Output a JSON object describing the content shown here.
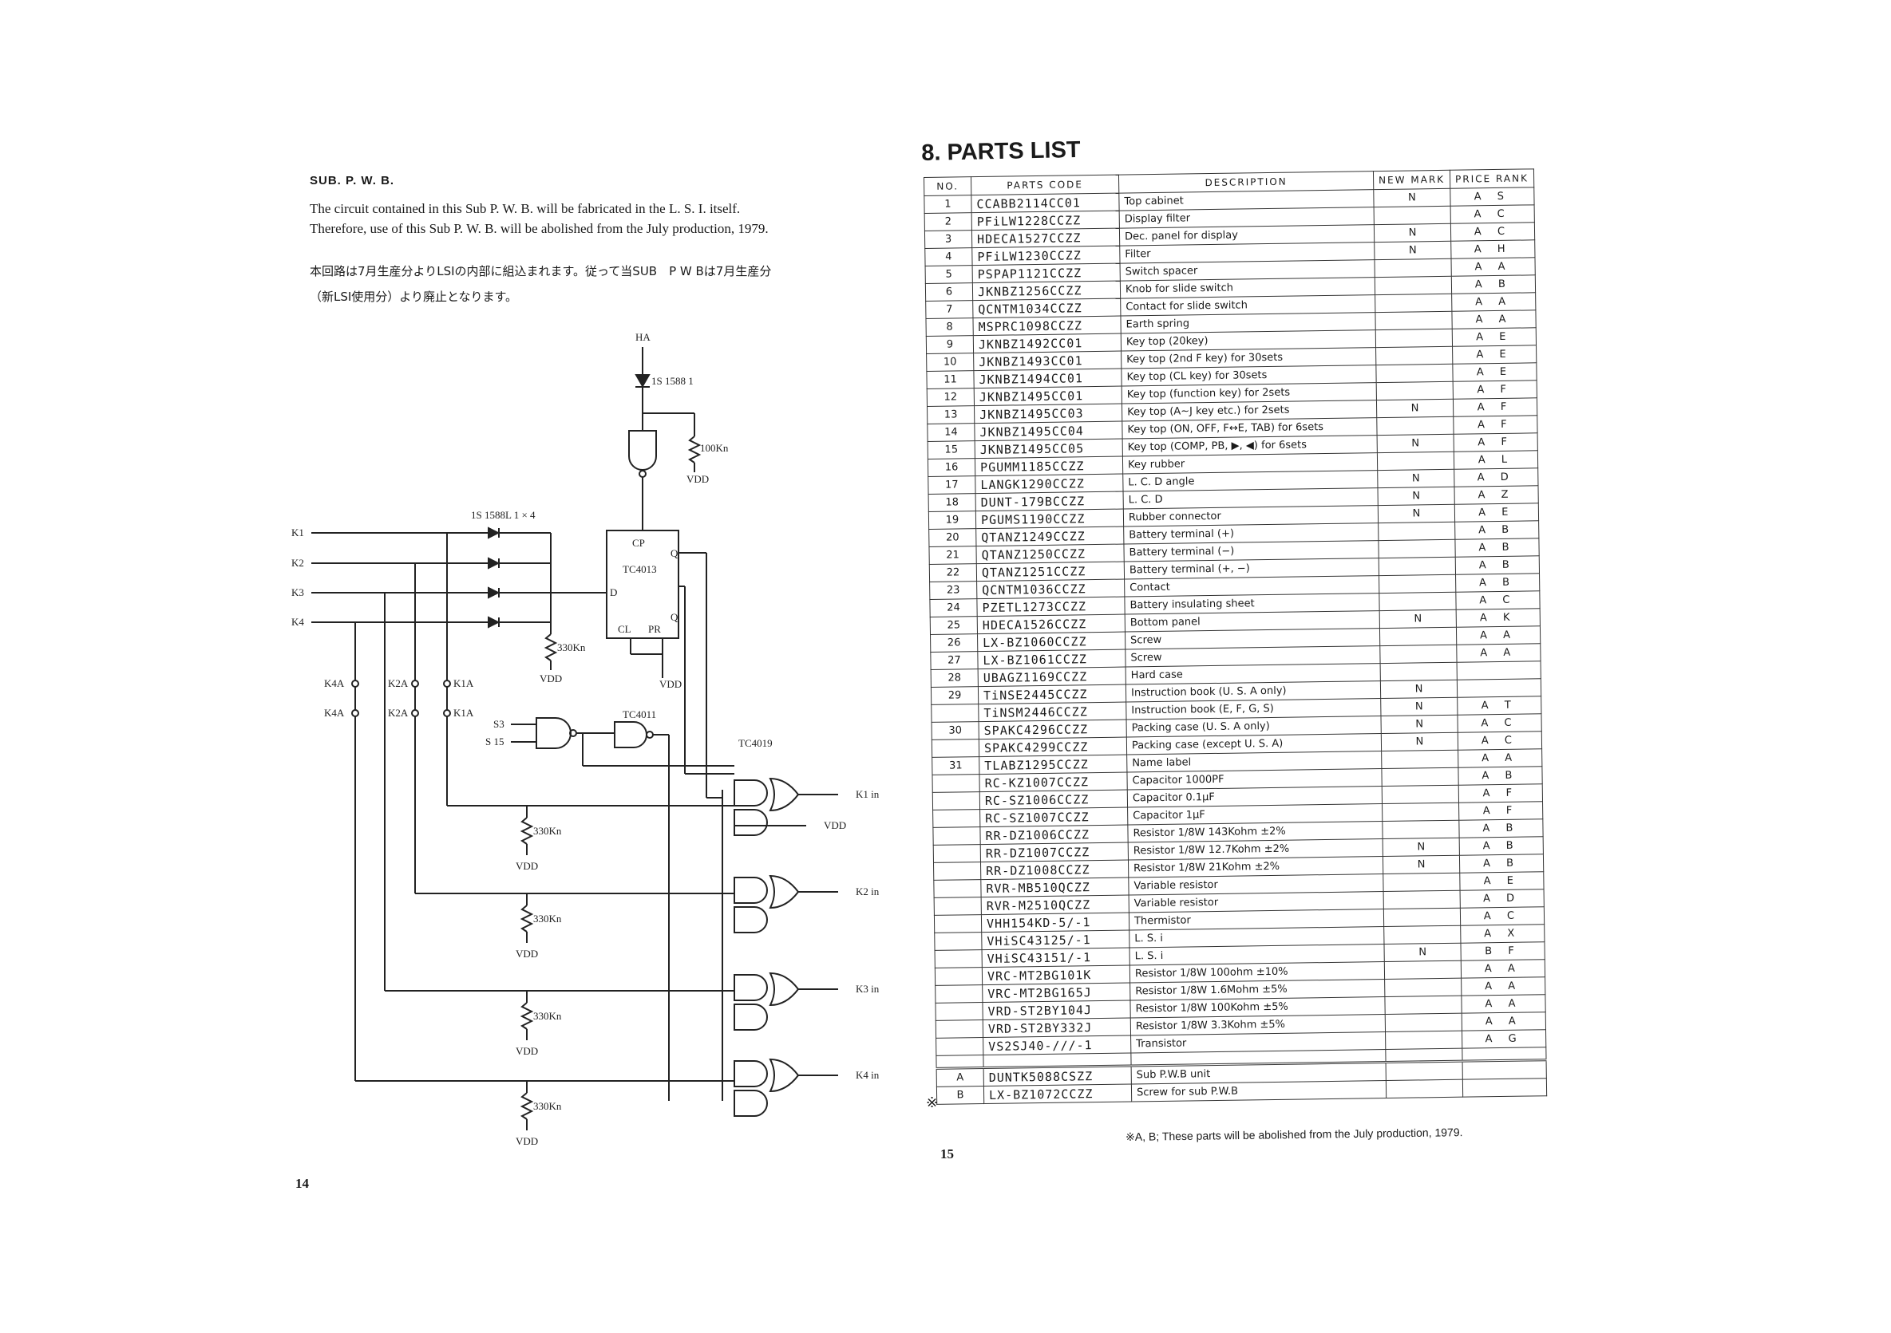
{
  "left_page": {
    "heading": "SUB. P. W. B.",
    "text_en": [
      "The circuit contained in this Sub P. W. B. will be fabricated in the L. S. I. itself.",
      "Therefore, use of this Sub P. W. B. will be abolished from the July production, 1979."
    ],
    "text_jp": [
      "本回路は7月生産分よりLSIの内部に組込まれます。従って当SUB　P W Bは7月生産分",
      "（新LSI使用分）より廃止となります。"
    ],
    "page_number": "14",
    "schematic": {
      "ha": "HA",
      "diode_top": "1S 1588 1",
      "r_top": "100Kn",
      "vdd": "VDD",
      "diode_bank": "1S 1588L 1 × 4",
      "inputs": [
        "K1",
        "K2",
        "K3",
        "K4"
      ],
      "ff": "TC4013",
      "cp": "CP",
      "q": "Q",
      "qbar": "Q",
      "d": "D",
      "cl": "CL",
      "pr": "PR",
      "r330": "330Kn",
      "k4a": "K4A",
      "k2a": "K2A",
      "k1a": "K1A",
      "tc4011": "TC4011",
      "tc4019": "TC4019",
      "s3": "S3",
      "s15": "S 15",
      "outputs": [
        "K1 in",
        "K2 in",
        "K3 in",
        "K4 in"
      ]
    }
  },
  "right_page": {
    "title": "8. PARTS LIST",
    "headers": [
      "NO.",
      "PARTS CODE",
      "DESCRIPTION",
      "NEW MARK",
      "PRICE RANK"
    ],
    "rows": [
      {
        "no": "1",
        "code": "CCABB2114CC01",
        "desc": "Top cabinet",
        "new": "N",
        "price": "A S"
      },
      {
        "no": "2",
        "code": "PFiLW1228CCZZ",
        "desc": "Display filter",
        "new": "",
        "price": "A C"
      },
      {
        "no": "3",
        "code": "HDECA1527CCZZ",
        "desc": "Dec. panel for display",
        "new": "N",
        "price": "A C"
      },
      {
        "no": "4",
        "code": "PFiLW1230CCZZ",
        "desc": "Filter",
        "new": "N",
        "price": "A H"
      },
      {
        "no": "5",
        "code": "PSPAP1121CCZZ",
        "desc": "Switch spacer",
        "new": "",
        "price": "A A"
      },
      {
        "no": "6",
        "code": "JKNBZ1256CCZZ",
        "desc": "Knob for slide switch",
        "new": "",
        "price": "A B"
      },
      {
        "no": "7",
        "code": "QCNTM1034CCZZ",
        "desc": "Contact for slide switch",
        "new": "",
        "price": "A A"
      },
      {
        "no": "8",
        "code": "MSPRC1098CCZZ",
        "desc": "Earth spring",
        "new": "",
        "price": "A A"
      },
      {
        "no": "9",
        "code": "JKNBZ1492CC01",
        "desc": "Key top (20key)",
        "new": "",
        "price": "A E"
      },
      {
        "no": "10",
        "code": "JKNBZ1493CC01",
        "desc": "Key top (2nd F key) for 30sets",
        "new": "",
        "price": "A E"
      },
      {
        "no": "11",
        "code": "JKNBZ1494CC01",
        "desc": "Key top (CL key) for 30sets",
        "new": "",
        "price": "A E"
      },
      {
        "no": "12",
        "code": "JKNBZ1495CC01",
        "desc": "Key top (function key) for 2sets",
        "new": "",
        "price": "A F"
      },
      {
        "no": "13",
        "code": "JKNBZ1495CC03",
        "desc": "Key top (A~J key etc.) for 2sets",
        "new": "N",
        "price": "A F"
      },
      {
        "no": "14",
        "code": "JKNBZ1495CC04",
        "desc": "Key top (ON, OFF, F↔E, TAB) for 6sets",
        "new": "",
        "price": "A F"
      },
      {
        "no": "15",
        "code": "JKNBZ1495CC05",
        "desc": "Key top (COMP, PB, ▶, ◀) for 6sets",
        "new": "N",
        "price": "A F"
      },
      {
        "no": "16",
        "code": "PGUMM1185CCZZ",
        "desc": "Key rubber",
        "new": "",
        "price": "A L"
      },
      {
        "no": "17",
        "code": "LANGK1290CCZZ",
        "desc": "L. C. D angle",
        "new": "N",
        "price": "A D"
      },
      {
        "no": "18",
        "code": "DUNT-179BCCZZ",
        "desc": "L. C. D",
        "new": "N",
        "price": "A Z"
      },
      {
        "no": "19",
        "code": "PGUMS1190CCZZ",
        "desc": "Rubber connector",
        "new": "N",
        "price": "A E"
      },
      {
        "no": "20",
        "code": "QTANZ1249CCZZ",
        "desc": "Battery terminal (+)",
        "new": "",
        "price": "A B"
      },
      {
        "no": "21",
        "code": "QTANZ1250CCZZ",
        "desc": "Battery terminal (−)",
        "new": "",
        "price": "A B"
      },
      {
        "no": "22",
        "code": "QTANZ1251CCZZ",
        "desc": "Battery terminal (+, −)",
        "new": "",
        "price": "A B"
      },
      {
        "no": "23",
        "code": "QCNTM1036CCZZ",
        "desc": "Contact",
        "new": "",
        "price": "A B"
      },
      {
        "no": "24",
        "code": "PZETL1273CCZZ",
        "desc": "Battery insulating sheet",
        "new": "",
        "price": "A C"
      },
      {
        "no": "25",
        "code": "HDECA1526CCZZ",
        "desc": "Bottom panel",
        "new": "N",
        "price": "A K"
      },
      {
        "no": "26",
        "code": "LX-BZ1060CCZZ",
        "desc": "Screw",
        "new": "",
        "price": "A A"
      },
      {
        "no": "27",
        "code": "LX-BZ1061CCZZ",
        "desc": "Screw",
        "new": "",
        "price": "A A"
      },
      {
        "no": "28",
        "code": "UBAGZ1169CCZZ",
        "desc": "Hard case",
        "new": "",
        "price": ""
      },
      {
        "no": "29",
        "code": "TiNSE2445CCZZ",
        "desc": "Instruction book (U. S. A only)",
        "new": "N",
        "price": ""
      },
      {
        "no": "",
        "code": "TiNSM2446CCZZ",
        "desc": "Instruction book (E, F, G, S)",
        "new": "N",
        "price": "A T"
      },
      {
        "no": "30",
        "code": "SPAKC4296CCZZ",
        "desc": "Packing case (U. S. A only)",
        "new": "N",
        "price": "A C"
      },
      {
        "no": "",
        "code": "SPAKC4299CCZZ",
        "desc": "Packing case (except U. S. A)",
        "new": "N",
        "price": "A C"
      },
      {
        "no": "31",
        "code": "TLABZ1295CCZZ",
        "desc": "Name label",
        "new": "",
        "price": "A A"
      },
      {
        "no": "",
        "code": "RC-KZ1007CCZZ",
        "desc": "Capacitor 1000PF",
        "new": "",
        "price": "A B"
      },
      {
        "no": "",
        "code": "RC-SZ1006CCZZ",
        "desc": "Capacitor 0.1μF",
        "new": "",
        "price": "A F"
      },
      {
        "no": "",
        "code": "RC-SZ1007CCZZ",
        "desc": "Capacitor 1μF",
        "new": "",
        "price": "A F"
      },
      {
        "no": "",
        "code": "RR-DZ1006CCZZ",
        "desc": "Resistor 1/8W 143Kohm ±2%",
        "new": "",
        "price": "A B"
      },
      {
        "no": "",
        "code": "RR-DZ1007CCZZ",
        "desc": "Resistor 1/8W 12.7Kohm ±2%",
        "new": "N",
        "price": "A B"
      },
      {
        "no": "",
        "code": "RR-DZ1008CCZZ",
        "desc": "Resistor 1/8W 21Kohm ±2%",
        "new": "N",
        "price": "A B"
      },
      {
        "no": "",
        "code": "RVR-MB510QCZZ",
        "desc": "Variable resistor",
        "new": "",
        "price": "A E"
      },
      {
        "no": "",
        "code": "RVR-M2510QCZZ",
        "desc": "Variable resistor",
        "new": "",
        "price": "A D"
      },
      {
        "no": "",
        "code": "VHH154KD-5/-1",
        "desc": "Thermistor",
        "new": "",
        "price": "A C"
      },
      {
        "no": "",
        "code": "VHiSC43125/-1",
        "desc": "L. S. i",
        "new": "",
        "price": "A X"
      },
      {
        "no": "",
        "code": "VHiSC43151/-1",
        "desc": "L. S. i",
        "new": "N",
        "price": "B F"
      },
      {
        "no": "",
        "code": "VRC-MT2BG101K",
        "desc": "Resistor 1/8W 100ohm ±10%",
        "new": "",
        "price": "A A"
      },
      {
        "no": "",
        "code": "VRC-MT2BG165J",
        "desc": "Resistor 1/8W 1.6Mohm ±5%",
        "new": "",
        "price": "A A"
      },
      {
        "no": "",
        "code": "VRD-ST2BY104J",
        "desc": "Resistor 1/8W 100Kohm ±5%",
        "new": "",
        "price": "A A"
      },
      {
        "no": "",
        "code": "VRD-ST2BY332J",
        "desc": "Resistor 1/8W 3.3Kohm ±5%",
        "new": "",
        "price": "A A"
      },
      {
        "no": "",
        "code": "VS2SJ40-///-1",
        "desc": "Transistor",
        "new": "",
        "price": "A G"
      }
    ],
    "rows_sub": [
      {
        "no": "A",
        "code": "DUNTK5088CSZZ",
        "desc": "Sub P.W.B unit",
        "new": "",
        "price": ""
      },
      {
        "no": "B",
        "code": "LX-BZ1072CCZZ",
        "desc": "Screw for sub P.W.B",
        "new": "",
        "price": ""
      }
    ],
    "star": "※",
    "footnote": "※A, B; These parts will be abolished from the July production, 1979.",
    "page_number": "15"
  }
}
